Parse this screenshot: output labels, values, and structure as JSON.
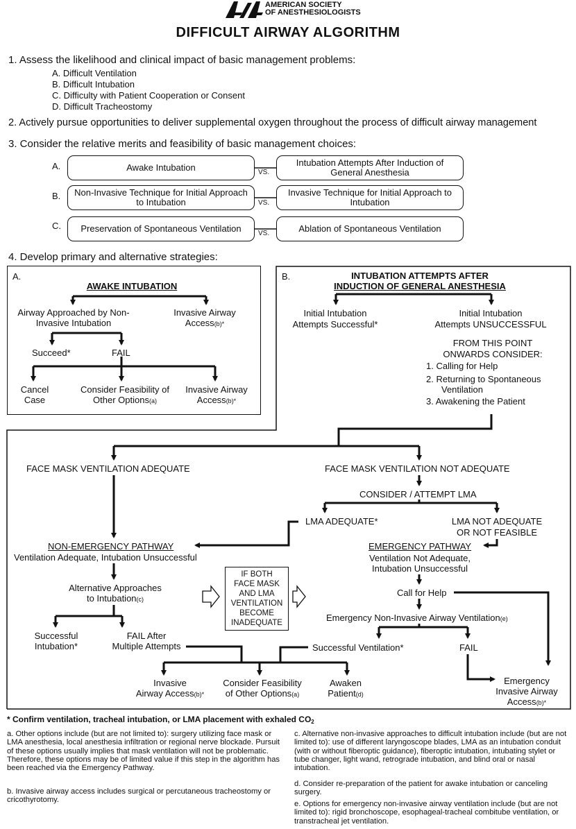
{
  "header": {
    "org_line1": "AMERICAN SOCIETY",
    "org_line2": "OF ANESTHESIOLOGISTS",
    "title": "DIFFICULT AIRWAY ALGORITHM"
  },
  "step1": {
    "text": "1.  Assess the likelihood and clinical impact of basic management problems:",
    "items": [
      "A.  Difficult Ventilation",
      "B.  Difficult Intubation",
      "C.  Difficulty with Patient Cooperation or Consent",
      "D.  Difficult Tracheostomy"
    ]
  },
  "step2": {
    "text": "2.  Actively pursue opportunities to deliver supplemental oxygen throughout the process of difficult airway management"
  },
  "step3": {
    "text": "3.  Consider the relative merits and feasibility of basic management choices:",
    "vs": "VS.",
    "rows": [
      {
        "letter": "A.",
        "left": "Awake Intubation",
        "right": "Intubation Attempts After Induction of General Anesthesia"
      },
      {
        "letter": "B.",
        "left": "Non-Invasive Technique for Initial Approach to Intubation",
        "right": "Invasive Technique for Initial Approach to Intubation"
      },
      {
        "letter": "C.",
        "left": "Preservation of Spontaneous Ventilation",
        "right": "Ablation of Spontaneous Ventilation"
      }
    ]
  },
  "step4": {
    "text": "4.  Develop primary and alternative strategies:"
  },
  "panelA": {
    "label": "A.",
    "title": "AWAKE INTUBATION",
    "noninvasive": "Airway Approached by Non-Invasive Intubation",
    "invasive": "Invasive Airway Access",
    "sup_b": "(b)*",
    "succeed": "Succeed*",
    "fail": "FAIL",
    "cancel": "Cancel Case",
    "consider": "Consider Feasibility of Other Options",
    "sup_a": "(a)",
    "invasive2": "Invasive Airway Access"
  },
  "panelB": {
    "label": "B.",
    "title1": "INTUBATION ATTEMPTS AFTER",
    "title2": "INDUCTION OF GENERAL ANESTHESIA",
    "success_l1": "Initial Intubation",
    "success_l2": "Attempts Successful*",
    "unsucc_l1": "Initial Intubation",
    "unsucc_l2": "Attempts UNSUCCESSFUL",
    "consider_l1": "FROM THIS POINT",
    "consider_l2": "ONWARDS CONSIDER:",
    "options": [
      "1.  Calling for Help",
      "2.  Returning to Spontaneous",
      "Ventilation",
      "3.  Awakening the Patient"
    ]
  },
  "lower": {
    "fm_adequate": "FACE MASK VENTILATION ADEQUATE",
    "fm_not_adequate": "FACE MASK VENTILATION NOT ADEQUATE",
    "consider_lma": "CONSIDER / ATTEMPT LMA",
    "lma_adequate": "LMA ADEQUATE*",
    "lma_not_l1": "LMA NOT ADEQUATE",
    "lma_not_l2": "OR NOT FEASIBLE",
    "nonemerg": "NON-EMERGENCY PATHWAY",
    "nonemerg_sub": "Ventilation Adequate, Intubation Unsuccessful",
    "emerg": "EMERGENCY PATHWAY",
    "emerg_sub1": "Ventilation Not Adequate,",
    "emerg_sub2": "Intubation Unsuccessful",
    "alt_l1": "Alternative Approaches",
    "alt_l2": "to Intubation",
    "sup_c": "(c)",
    "ifboth": [
      "IF BOTH",
      "FACE MASK",
      "AND LMA",
      "VENTILATION",
      "BECOME",
      "INADEQUATE"
    ],
    "call_help": "Call for Help",
    "emerg_noninv": "Emergency Non-Invasive Airway Ventilation",
    "sup_e": "(e)",
    "succ_int_l1": "Successful",
    "succ_int_l2": "Intubation*",
    "fail_after_l1": "FAIL After",
    "fail_after_l2": "Multiple Attempts",
    "succ_vent": "Successful Ventilation*",
    "fail": "FAIL",
    "inv_l1": "Invasive",
    "inv_l2": "Airway Access",
    "sup_b": "(b)*",
    "cons_l1": "Consider Feasibility",
    "cons_l2": "of Other Options",
    "sup_a": "(a)",
    "awaken_l1": "Awaken",
    "awaken_l2": "Patient",
    "sup_d": "(d)",
    "emerg_inv_l1": "Emergency",
    "emerg_inv_l2": "Invasive Airway",
    "emerg_inv_l3": "Access"
  },
  "footnotes": {
    "confirm": "* Confirm ventilation, tracheal intubation, or LMA placement with exhaled CO",
    "confirm_sub": "2",
    "a": "a.  Other options include (but are not limited to): surgery utilizing face mask or LMA anesthesia, local anesthesia infiltration or regional nerve blockade. Pursuit of these options usually implies that mask ventilation will not be problematic. Therefore, these options may be of limited value if this step in the algorithm has been reached via the Emergency Pathway.",
    "b": "b.  Invasive airway access includes surgical or percutaneous tracheostomy or cricothyrotomy.",
    "c": "c.  Alternative non-invasive approaches to difficult intubation include (but are not limited to): use of different laryngoscope blades, LMA as an intubation conduit (with or without fiberoptic guidance), fiberoptic intubation, intubating stylet or tube changer, light wand, retrograde intubation, and blind oral or nasal intubation.",
    "d": "d.  Consider re-preparation of the patient for awake intubation or canceling surgery.",
    "e": "e.  Options for emergency non-invasive airway ventilation include (but are not limited to): rigid bronchoscope, esophageal-tracheal combitube ventilation, or transtracheal jet ventilation."
  }
}
